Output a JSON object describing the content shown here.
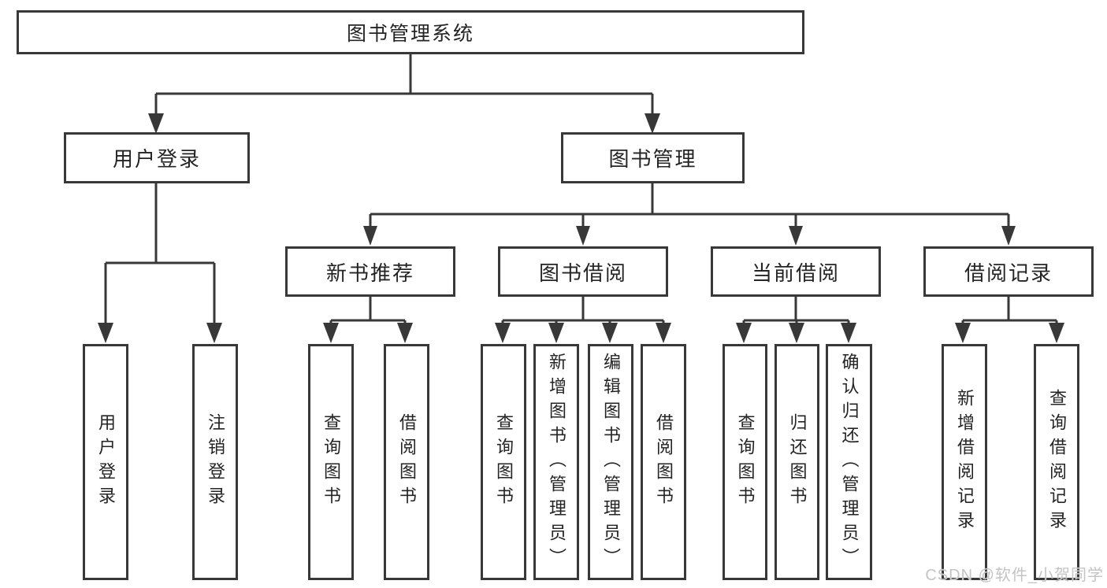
{
  "diagram": {
    "title": "图书管理系统",
    "nodes": {
      "root": "图书管理系统",
      "user_login": "用户登录",
      "book_mgmt": "图书管理",
      "login": "用户登录",
      "logout": "注销登录",
      "new_rec": "新书推荐",
      "book_borrow": "图书借阅",
      "current_borrow": "当前借阅",
      "borrow_record": "借阅记录",
      "nr_query": "查询图书",
      "nr_borrow": "借阅图书",
      "bb_query": "查询图书",
      "bb_add": "新增图书（管理员）",
      "bb_edit": "编辑图书（管理员）",
      "bb_borrow": "借阅图书",
      "cb_query": "查询图书",
      "cb_return": "归还图书",
      "cb_confirm": "确认归还（管理员）",
      "br_add": "新增借阅记录",
      "br_query": "查询借阅记录"
    },
    "edges": [
      {
        "from": "图书管理系统",
        "to": [
          "用户登录",
          "图书管理"
        ]
      },
      {
        "from": "用户登录",
        "to": [
          "用户登录",
          "注销登录"
        ]
      },
      {
        "from": "图书管理",
        "to": [
          "新书推荐",
          "图书借阅",
          "当前借阅",
          "借阅记录"
        ]
      },
      {
        "from": "新书推荐",
        "to": [
          "查询图书",
          "借阅图书"
        ]
      },
      {
        "from": "图书借阅",
        "to": [
          "查询图书",
          "新增图书（管理员）",
          "编辑图书（管理员）",
          "借阅图书"
        ]
      },
      {
        "from": "当前借阅",
        "to": [
          "查询图书",
          "归还图书",
          "确认归还（管理员）"
        ]
      },
      {
        "from": "借阅记录",
        "to": [
          "新增借阅记录",
          "查询借阅记录"
        ]
      }
    ],
    "colors": {
      "line": "#383838",
      "box_border": "#383838",
      "box_fill": "#ffffff",
      "text": "#242424",
      "background": "#ffffff",
      "watermark": "#c4c4c4"
    }
  },
  "watermark": {
    "text": "CSDN @软件_小贺同学"
  }
}
